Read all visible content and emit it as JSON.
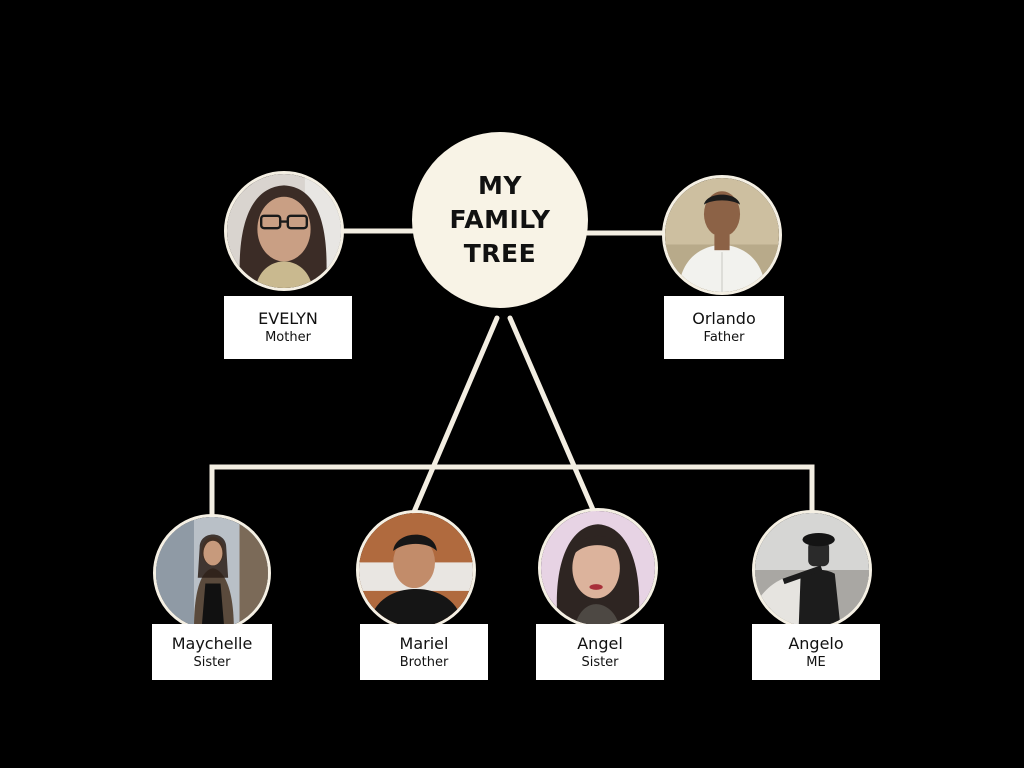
{
  "tree": {
    "title": "MY\nFAMILY\nTREE",
    "colors": {
      "background": "#000000",
      "node_fill": "#f8f3e6",
      "line": "#f3eee2",
      "card": "#ffffff"
    },
    "parents": [
      {
        "name": "EVELYN",
        "role": "Mother",
        "photo": "mother-photo"
      },
      {
        "name": "Orlando",
        "role": "Father",
        "photo": "father-photo"
      }
    ],
    "children": [
      {
        "name": "Maychelle",
        "role": "Sister",
        "photo": "sister-photo"
      },
      {
        "name": "Mariel",
        "role": "Brother",
        "photo": "brother-photo"
      },
      {
        "name": "Angel",
        "role": "Sister",
        "photo": "sister-photo"
      },
      {
        "name": "Angelo",
        "role": "ME",
        "photo": "self-photo"
      }
    ]
  }
}
